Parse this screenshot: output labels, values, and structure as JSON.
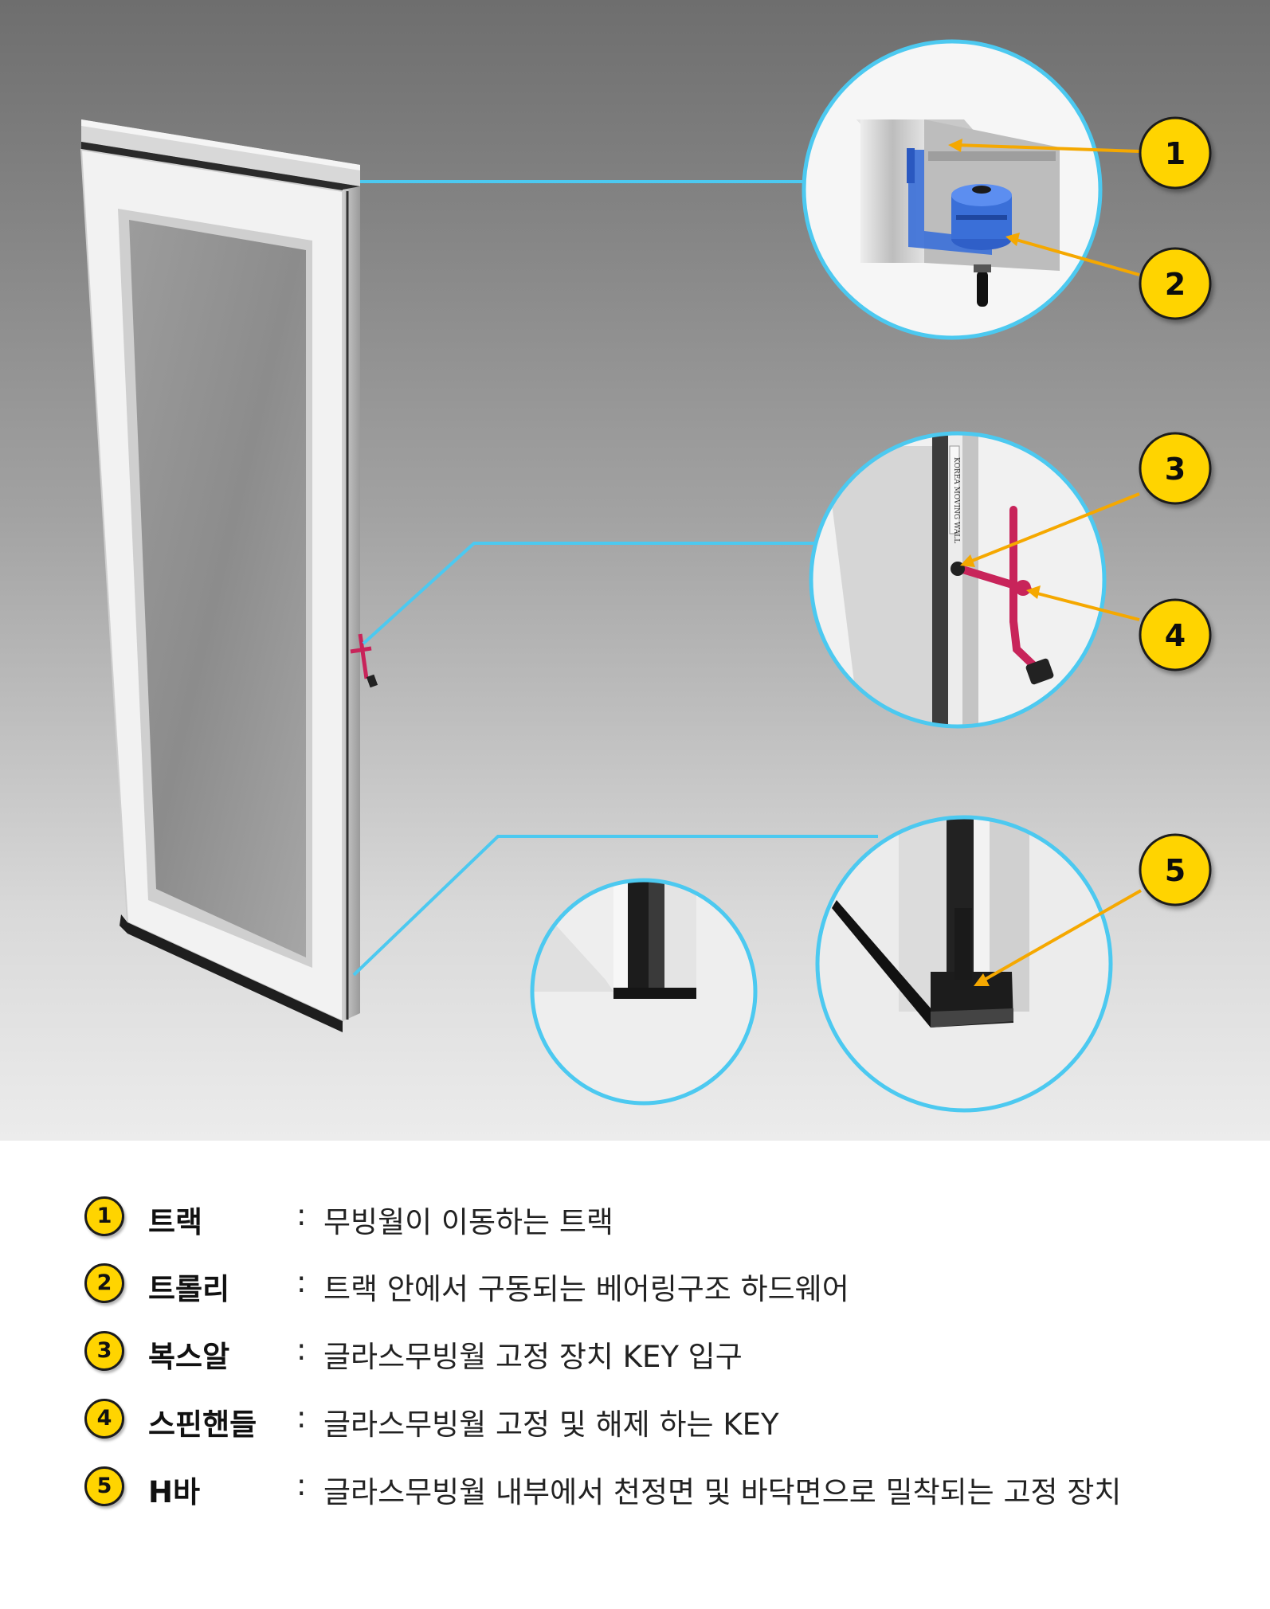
{
  "callouts": [
    {
      "number": "1"
    },
    {
      "number": "2"
    },
    {
      "number": "3"
    },
    {
      "number": "4"
    },
    {
      "number": "5"
    }
  ],
  "detail_text": {
    "hinge_label": "KOREA MOVING WALL"
  },
  "legend": {
    "items": [
      {
        "number": "1",
        "term": "트랙",
        "colon": ":",
        "description": "무빙월이 이동하는 트랙"
      },
      {
        "number": "2",
        "term": "트롤리",
        "colon": ":",
        "description": "트랙 안에서 구동되는 베어링구조 하드웨어"
      },
      {
        "number": "3",
        "term": "복스알",
        "colon": ":",
        "description": "글라스무빙월 고정 장치 KEY 입구"
      },
      {
        "number": "4",
        "term": "스핀핸들",
        "colon": ":",
        "description": "글라스무빙월 고정 및 해제 하는 KEY"
      },
      {
        "number": "5",
        "term": "H바",
        "colon": ":",
        "description": "글라스무빙월 내부에서 천정면 및 바닥면으로 밀착되는 고정 장치"
      }
    ]
  },
  "colors": {
    "callout_badge": "#ffd400",
    "leader_line": "#4cc9f0",
    "arrow": "#f5a800",
    "handle": "#c8245a",
    "trolley": "#3a6fd8"
  }
}
